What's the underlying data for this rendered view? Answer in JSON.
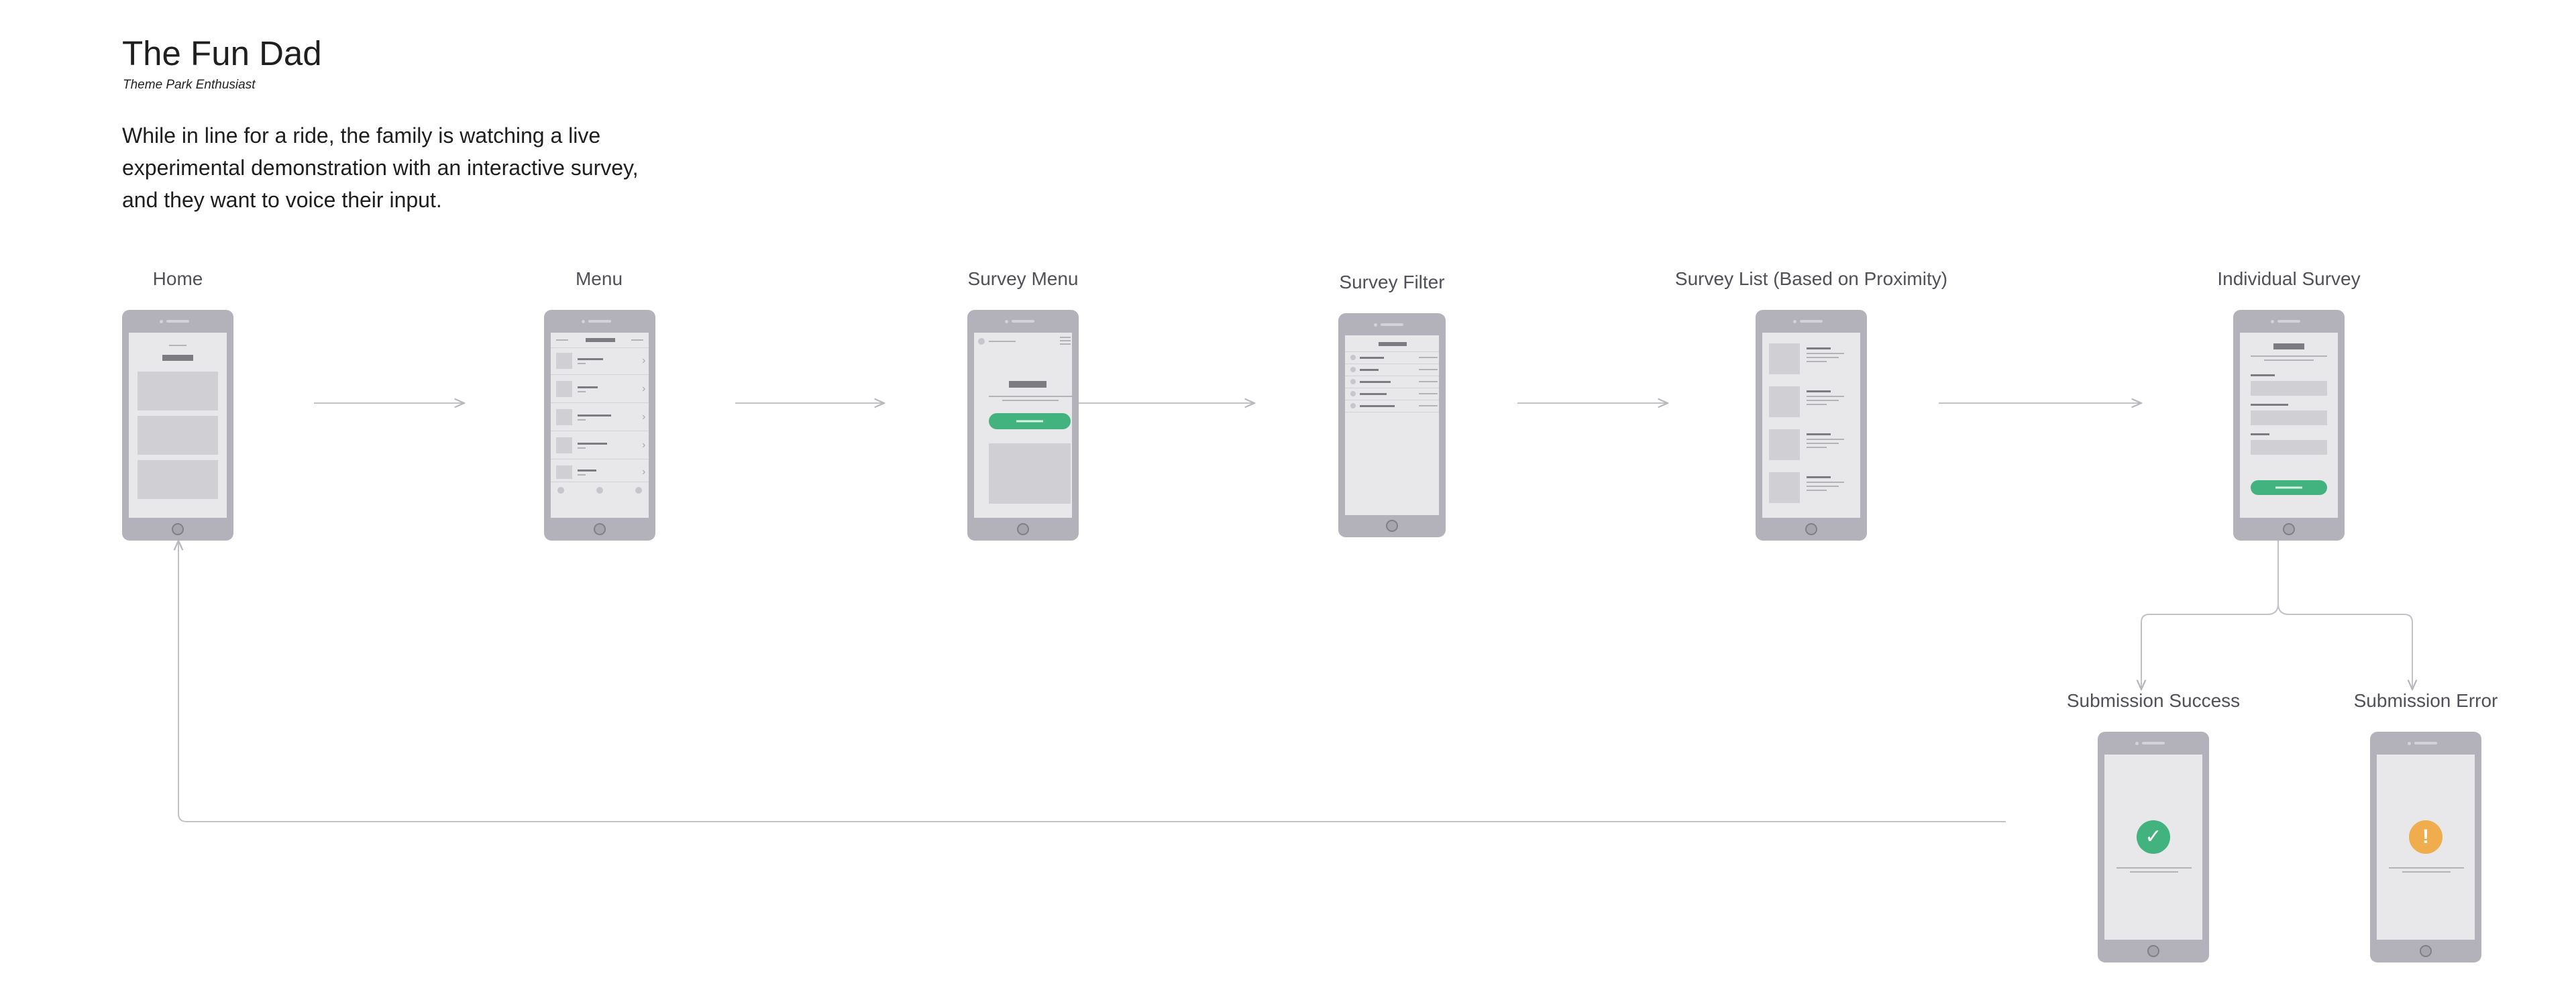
{
  "persona": {
    "name": "The Fun Dad",
    "role": "Theme Park Enthusiast",
    "scenario": "While in line for a ride, the family is watching a live experimental demonstration with an interactive survey, and they want to voice their input."
  },
  "screens": {
    "home": "Home",
    "menu": "Menu",
    "survey_menu": "Survey Menu",
    "survey_filter": "Survey Filter",
    "survey_list": "Survey List (Based on Proximity)",
    "individual_survey": "Individual Survey",
    "submission_success": "Submission Success",
    "submission_error": "Submission Error"
  },
  "status_icons": {
    "success": {
      "glyph": "✓",
      "color": "#42b27f",
      "icon": "check-icon"
    },
    "error": {
      "glyph": "!",
      "color": "#f0ad4e",
      "icon": "exclamation-icon"
    }
  },
  "colors": {
    "phone": "#b3b2bb",
    "screen": "#e8e7ea",
    "accent": "#42b27f",
    "connector": "#c2c1c8"
  }
}
